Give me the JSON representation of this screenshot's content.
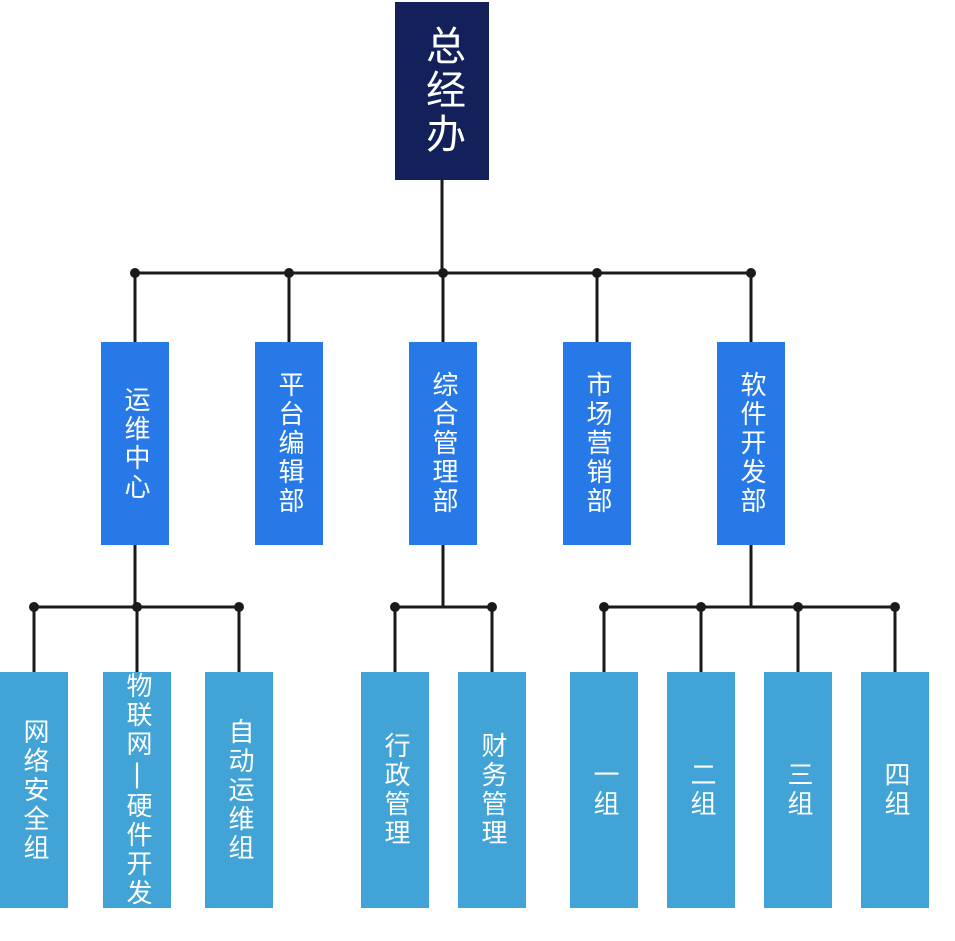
{
  "colors": {
    "root_fill": "#13205a",
    "department_fill": "#2879e8",
    "team_fill": "#41a3d6",
    "connector": "#1a1a1a",
    "text": "#ffffff"
  },
  "org": {
    "root": {
      "label": "总经办"
    },
    "departments": [
      {
        "label": "运维中心",
        "teams": [
          {
            "label": "网络安全组"
          },
          {
            "label": "物联网|硬件开发"
          },
          {
            "label": "自动运维组"
          }
        ]
      },
      {
        "label": "平台编辑部",
        "teams": []
      },
      {
        "label": "综合管理部",
        "teams": [
          {
            "label": "行政管理"
          },
          {
            "label": "财务管理"
          }
        ]
      },
      {
        "label": "市场营销部",
        "teams": []
      },
      {
        "label": "软件开发部",
        "teams": [
          {
            "label": "一组"
          },
          {
            "label": "二组"
          },
          {
            "label": "三组"
          },
          {
            "label": "四组"
          }
        ]
      }
    ]
  }
}
